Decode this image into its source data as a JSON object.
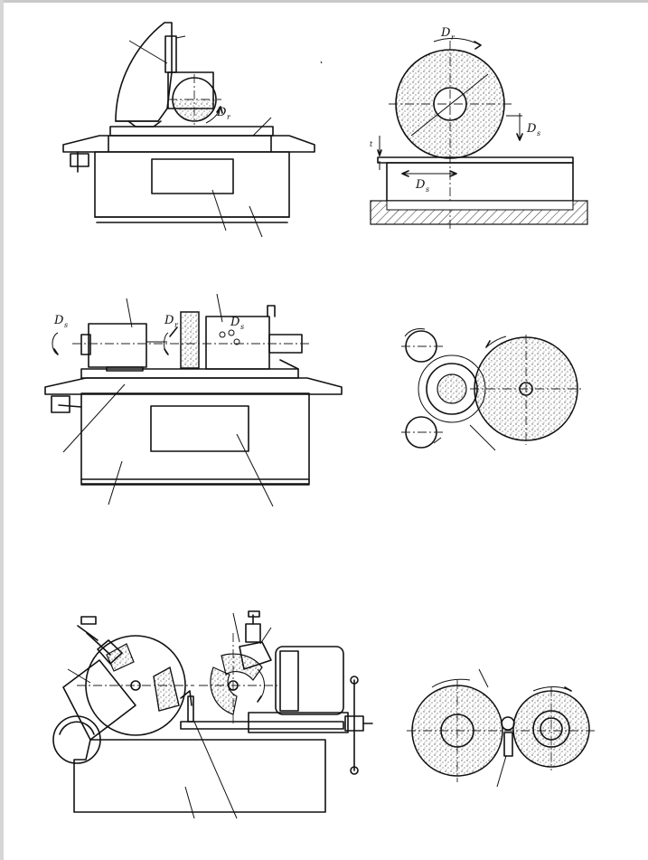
{
  "labels": {
    "fig1_dr": "D",
    "fig1_dr_sub": "r",
    "fig2_dr": "D",
    "fig2_dr_sub": "r",
    "fig2_ds": "D",
    "fig2_ds_sub": "s",
    "fig2_ds2": "D",
    "fig2_ds2_sub": "s",
    "fig2_t": "t",
    "fig3_ds": "D",
    "fig3_ds_sub": "s",
    "fig3_dr": "D",
    "fig3_dr_sub": "r",
    "fig3_ds2": "D",
    "fig3_ds2_sub": "s"
  },
  "colors": {
    "ink": "#111111",
    "paper": "#ffffff",
    "grain": "#555555"
  },
  "figures": [
    "surface-grinder-side-view",
    "surface-grinding-scheme",
    "cylindrical-grinder-side-view",
    "centerless-grinding-scheme",
    "double-head-tool-grinder",
    "double-wheel-scheme"
  ]
}
